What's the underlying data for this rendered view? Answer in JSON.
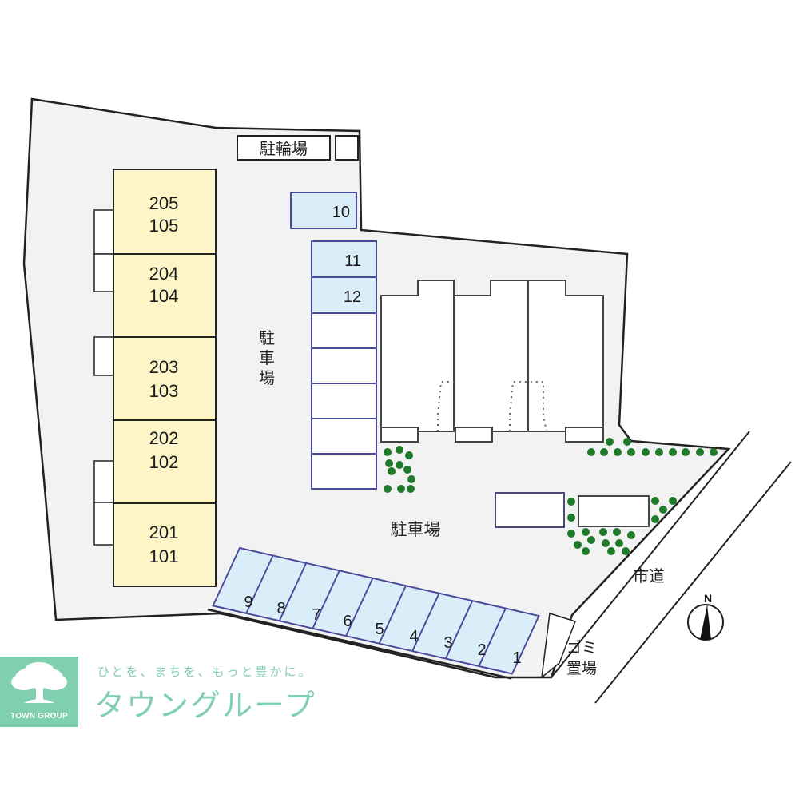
{
  "colors": {
    "site_fill": "#f2f2f2",
    "outline": "#222222",
    "unit_fill": "#fdf5c8",
    "parking_fill": "#daeefa",
    "parking_stroke": "#4a4a9a",
    "tree": "#1f7a2a",
    "brand": "#7fcfb0"
  },
  "labels": {
    "bicycle_parking": "駐輪場",
    "parking_vertical": [
      "駐",
      "車",
      "場"
    ],
    "parking_center": "駐車場",
    "city_road": "市道",
    "garbage_1": "ゴミ",
    "garbage_2": "置場",
    "north": "N"
  },
  "building_units": [
    {
      "upper": "205",
      "lower": "105"
    },
    {
      "upper": "204",
      "lower": "104"
    },
    {
      "upper": "203",
      "lower": "103"
    },
    {
      "upper": "202",
      "lower": "102"
    },
    {
      "upper": "201",
      "lower": "101"
    }
  ],
  "parking_spaces": {
    "top": [
      "10",
      "11",
      "12"
    ],
    "bottom_row": [
      "9",
      "8",
      "7",
      "6",
      "5",
      "4",
      "3",
      "2",
      "1"
    ]
  },
  "logo": {
    "caption": "TOWN GROUP",
    "tagline": "ひとを、まちを、もっと豊かに。",
    "brand_name": "タウングループ"
  }
}
